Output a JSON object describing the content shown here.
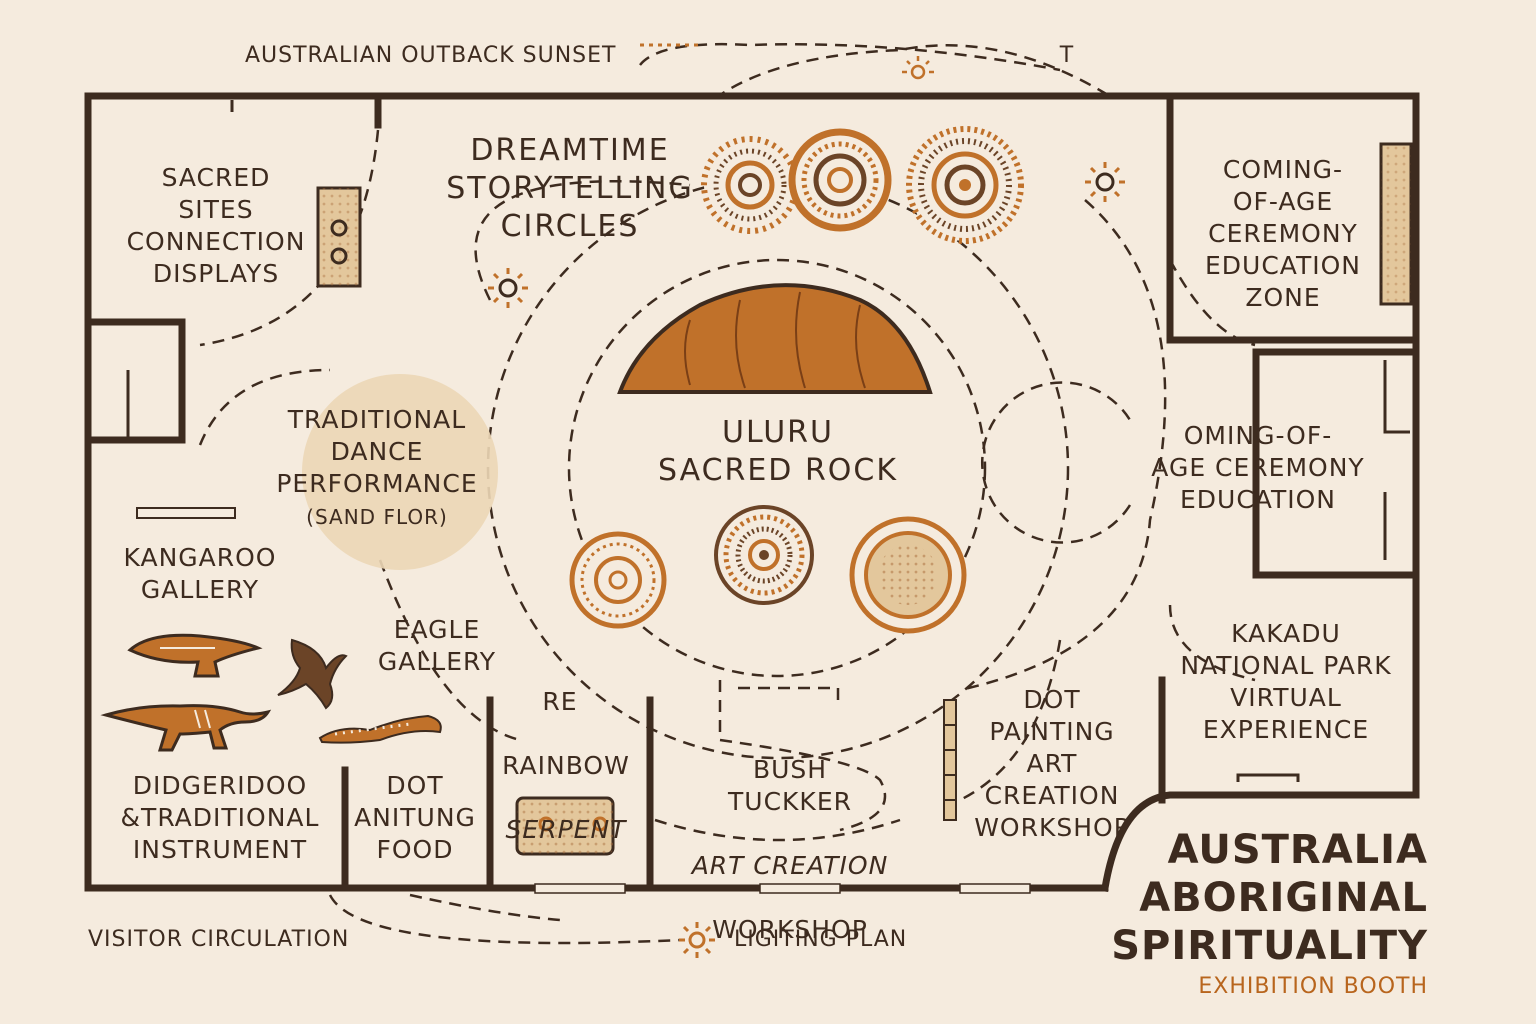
{
  "colors": {
    "background": "#f5ebde",
    "wall": "#3d2b1f",
    "ochre": "#c0712a",
    "sand": "#e3c79c",
    "accent_text": "#b8651d"
  },
  "header_note": "AUSTRALIAN OUTBACK SUNSET",
  "header_mark": "T",
  "title": {
    "main": "AUSTRALIA\nABORIGINAL\nSPIRITUALITY",
    "sub": "EXHIBITION BOOTH"
  },
  "legend": {
    "circulation": "VISITOR CIRCULATION",
    "lighting": "LIGITING PLAN"
  },
  "zones": {
    "sacred_sites": "SACRED\nSITES\nCONNECTION\nDISPLAYS",
    "dreamtime": "DREAMTIME\nSTORYTELLING\nCIRCLES",
    "coming_of_age_zone": "COMING-\nOF-AGE\nCEREMONY\nEDUCATION\nZONE",
    "dance": "TRADITIONAL\nDANCE\nPERFORMANCE",
    "dance_note": "(SAND FLOR)",
    "uluru": "ULURU\nSACRED ROCK",
    "coming_of_age_edu": "OMING-OF-\nAGE CEREMONY\nEDUCATION",
    "kangaroo": "KANGAROO\nGALLERY",
    "eagle": "EAGLE\nGALLERY",
    "rainbow_mark": "RE",
    "rainbow_line1": "RAINBOW",
    "rainbow_line2": "SERPENT",
    "bush_line1": "BUSH\nTUCKKER",
    "bush_line2": "ART CREATION",
    "bush_line3": "WORKSHOP",
    "dot_painting_line1": "DOT\nPAINTING",
    "dot_painting_line2": "ART CREATION\nWORKSHOP",
    "kakadu": "KAKADU\nNATIONAL PARK\nVIRTUAL\nEXPERIENCE",
    "didgeridoo": "DIDGERIDOO\n&TRADITIONAL\nINSTRUMENT",
    "dot_food": "DOT\nANITUNG\nFOOD"
  },
  "icons": [
    "sun-icon",
    "dot-circle-icon",
    "uluru-rock-icon",
    "kangaroo-figure-icon",
    "lizard-figure-icon",
    "eagle-figure-icon",
    "snake-figure-icon",
    "display-panel-icon"
  ]
}
